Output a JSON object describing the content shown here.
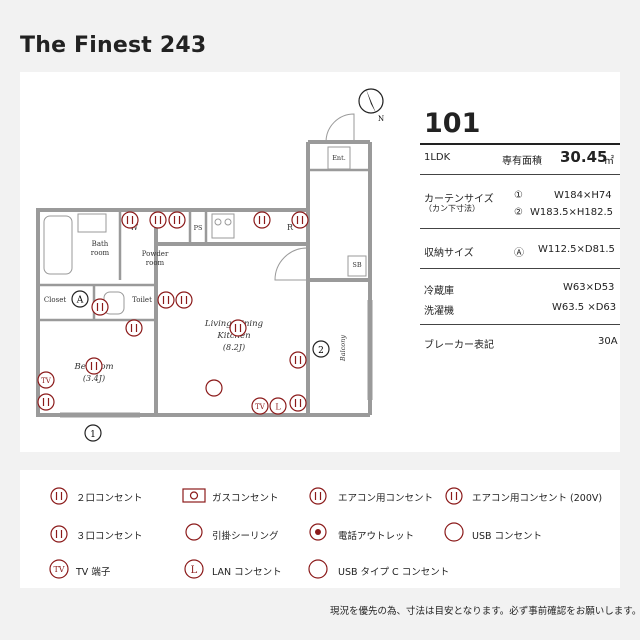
{
  "title": "The Finest 243",
  "unit": {
    "number": "101",
    "layout": "1LDK",
    "area_label": "専有面積",
    "area_value": "30.45",
    "area_unit": "㎡",
    "curtain_label": "カーテンサイズ",
    "curtain_sub": "（カン下寸法）",
    "curtain_rows": [
      {
        "mark": "①",
        "value": "W184×H74"
      },
      {
        "mark": "②",
        "value": "W183.5×H182.5"
      }
    ],
    "storage_label": "収納サイズ",
    "storage_mark": "Ⓐ",
    "storage_value": "W112.5×D81.5",
    "fridge_label": "冷蔵庫",
    "fridge_value": "W63×D53",
    "washer_label": "洗濯機",
    "washer_value": "W63.5 ×D63",
    "breaker_label": "ブレーカー表記",
    "breaker_value": "30A"
  },
  "rooms": {
    "bath": "Bath\nroom",
    "powder": "Powder\nroom",
    "closet": "Closet",
    "closet_mark": "A",
    "toilet": "Toilet",
    "living": "Living,Dining\nKitchen",
    "living_size": "(8.2J)",
    "bedroom": "Bedroom",
    "bedroom_size": "(3.4J)",
    "balcony": "Balcony",
    "entrance": "Ent.",
    "shoebox": "SB",
    "ps": "PS",
    "washer_mark": "W",
    "fridge_mark": "R",
    "window_mark_1": "1",
    "window_mark_2": "2",
    "compass": "N"
  },
  "legend": {
    "outlet_2": "２口コンセント",
    "gas": "ガスコンセント",
    "ac": "エアコン用コンセント",
    "ac200": "エアコン用コンセント (200V)",
    "outlet_3": "３口コンセント",
    "ceiling": "引掛シーリング",
    "phone": "電話アウトレット",
    "usb": "USB コンセント",
    "tv": "TV 端子",
    "lan": "LAN コンセント",
    "usbc": "USB タイプ C コンセント",
    "ac200_sub": "200V"
  },
  "note": "現況を優先の為、寸法は目安となります。必ず事前確認をお願いします。",
  "colors": {
    "accent": "#8b1a1a",
    "wall": "#9a9a9a",
    "background": "#f2f2f2"
  }
}
